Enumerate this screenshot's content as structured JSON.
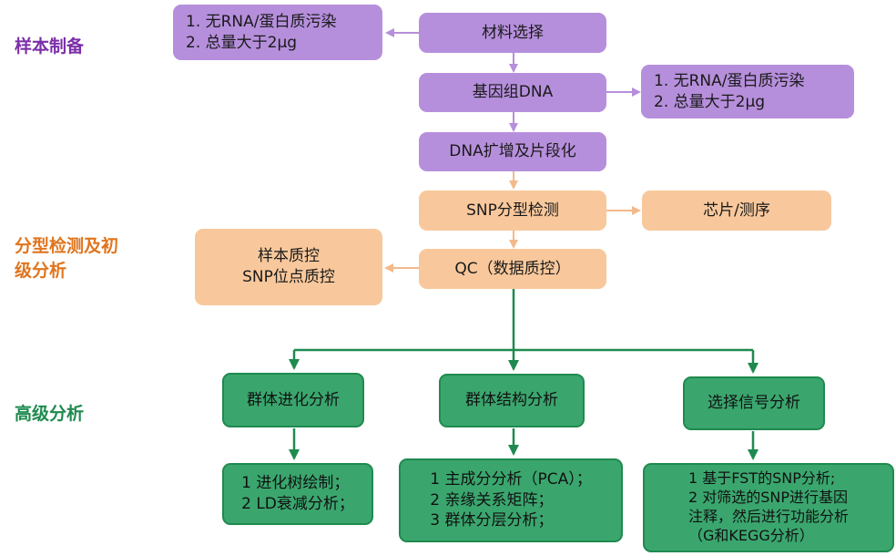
{
  "stages": {
    "prep": "样本制备",
    "typing_line1": "分型检测及初",
    "typing_line2": "级分析",
    "advanced": "高级分析"
  },
  "colors": {
    "prep": "#7b2fa8",
    "typing": "#e0751e",
    "advanced": "#1e8a4e",
    "purple_fill": "#b68fdc",
    "orange_fill": "#f8c89c",
    "green_fill": "#3aa66e"
  },
  "boxes": {
    "material": "材料选择",
    "genomic": "基因组DNA",
    "amplify": "DNA扩增及片段化",
    "snp": "SNP分型检测",
    "chip": "芯片/测序",
    "qc": "QC（数据质控）",
    "qc_detail_1": "样本质控",
    "qc_detail_2": "SNP位点质控",
    "evolution": "群体进化分析",
    "structure": "群体结构分析",
    "selection": "选择信号分析"
  },
  "notes": {
    "req_top": [
      "1. 无RNA/蛋白质污染",
      "2. 总量大于2μg"
    ],
    "req_right": [
      "1. 无RNA/蛋白质污染",
      "2. 总量大于2μg"
    ],
    "evolution": [
      "1 进化树绘制；",
      "2 LD衰减分析；"
    ],
    "structure": [
      "1 主成分分析（PCA）；",
      "2 亲缘关系矩阵；",
      "3 群体分层分析；"
    ],
    "selection": [
      "1 基于FST的SNP分析;",
      "2 对筛选的SNP进行基因",
      "注释，然后进行功能分析",
      "（G和KEGG分析）"
    ]
  }
}
